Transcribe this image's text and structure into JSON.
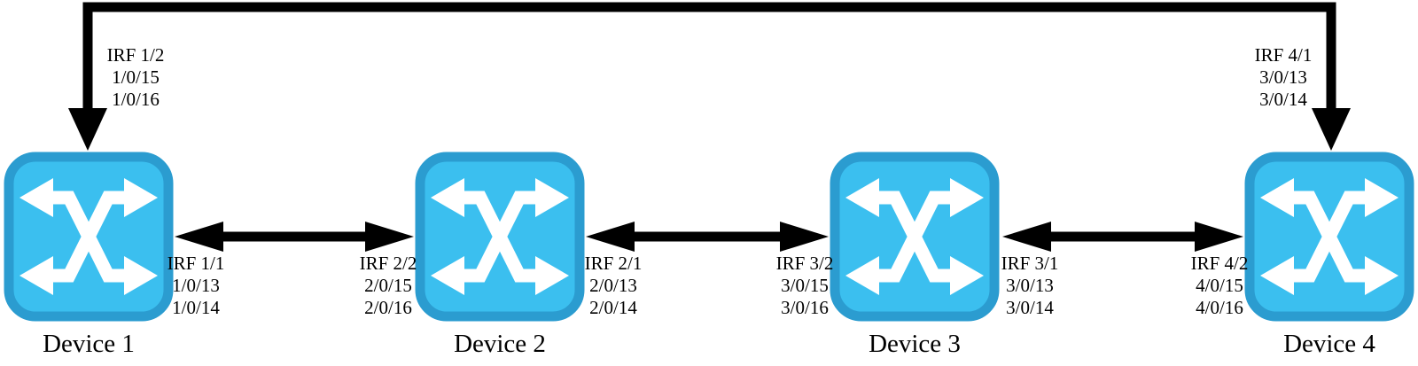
{
  "diagram": {
    "devices": [
      {
        "name": "Device 1"
      },
      {
        "name": "Device 2"
      },
      {
        "name": "Device 3"
      },
      {
        "name": "Device 4"
      }
    ],
    "port_labels": [
      {
        "position": "device1-top",
        "lines": [
          "IRF 1/2",
          "1/0/15",
          "1/0/16"
        ]
      },
      {
        "position": "device4-top",
        "lines": [
          "IRF 4/1",
          "3/0/13",
          "3/0/14"
        ]
      },
      {
        "position": "device1-right",
        "lines": [
          "IRF 1/1",
          "1/0/13",
          "1/0/14"
        ]
      },
      {
        "position": "device2-left",
        "lines": [
          "IRF 2/2",
          "2/0/15",
          "2/0/16"
        ]
      },
      {
        "position": "device2-right",
        "lines": [
          "IRF 2/1",
          "2/0/13",
          "2/0/14"
        ]
      },
      {
        "position": "device3-left",
        "lines": [
          "IRF 3/2",
          "3/0/15",
          "3/0/16"
        ]
      },
      {
        "position": "device3-right",
        "lines": [
          "IRF 3/1",
          "3/0/13",
          "3/0/14"
        ]
      },
      {
        "position": "device4-left",
        "lines": [
          "IRF 4/2",
          "4/0/15",
          "4/0/16"
        ]
      }
    ],
    "colors": {
      "link": "#000000",
      "icon_fill": "#3BBFEF",
      "icon_border": "#2B9CD0",
      "icon_arrow": "#FFFFFF",
      "text": "#000000"
    }
  }
}
